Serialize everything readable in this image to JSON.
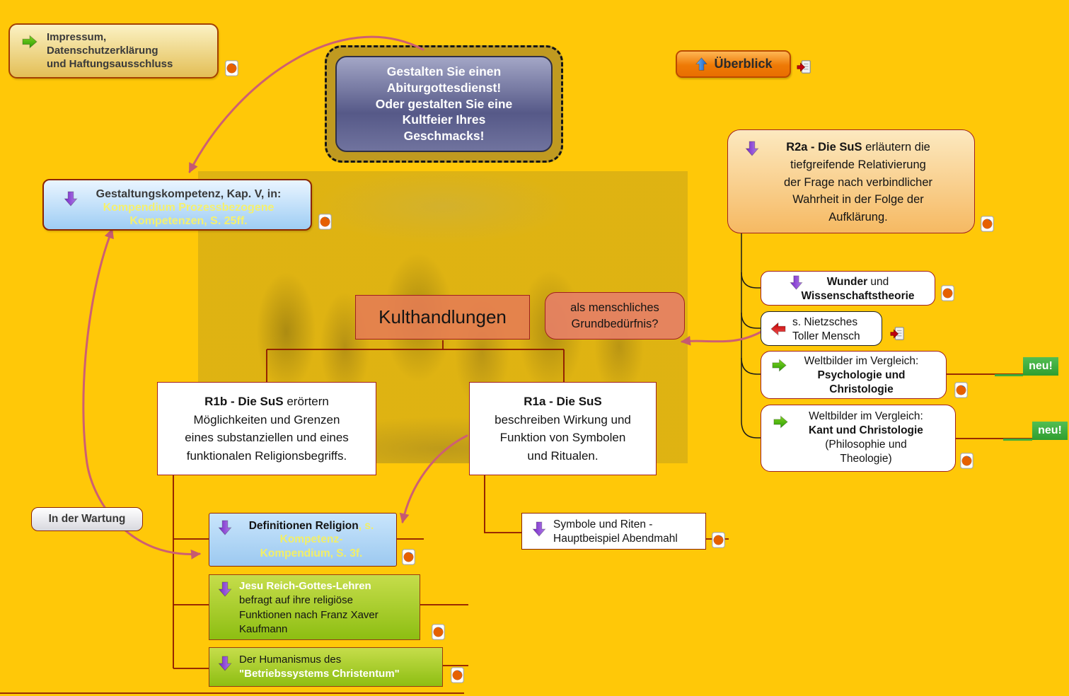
{
  "palette": {
    "background": "#FFC808",
    "node_border_red": "#A02020",
    "connector_red": "#8C1500",
    "connector_black": "#1a1a1a",
    "relationship_pink": "#CE5F72",
    "neu_green": "#3CAD3C",
    "highlight_yellow_text": "#F2EE67"
  },
  "icons": {
    "firefox": "firefox-link-icon",
    "document": "document-link-icon",
    "arrow_green": "green-right-arrow-icon",
    "arrow_purple": "purple-down-arrow-icon",
    "arrow_blue": "blue-up-arrow-icon",
    "arrow_red": "red-left-arrow-icon"
  },
  "nodes": {
    "impressum": {
      "label": "Impressum,\nDatenschutzerklärung\nund Haftungsausschluss"
    },
    "central_topic": {
      "label": "Gestalten Sie einen\nAbiturgottesdienst!\nOder gestalten Sie eine\nKultfeier Ihres\nGeschmacks!"
    },
    "ueberblick": {
      "label": "Überblick"
    },
    "r2a": {
      "bold": "R2a - Die SuS",
      "rest": " erläutern die\ntiefgreifende Relativierung\nder Frage nach verbindlicher\nWahrheit in der Folge der\nAufklärung."
    },
    "gestaltungskompetenz": {
      "title": "Gestaltungskompetenz, Kap. V, in:",
      "source": "Kompendium Prozessbezogene\nKompetenzen, S. 25ff."
    },
    "kulthandlungen": {
      "label": "Kulthandlungen"
    },
    "grundbeduerfnis": {
      "label": "als menschliches\nGrundbedürfnis?"
    },
    "wunder": {
      "bold1": "Wunder",
      "mid": " und\n",
      "bold2": "Wissenschaftstheorie"
    },
    "nietzsche": {
      "label": "s. Nietzsches\nToller Mensch"
    },
    "weltbilder_psychologie": {
      "intro": "Weltbilder im Vergleich:\n",
      "bold": "Psychologie und\nChristologie"
    },
    "weltbilder_kant": {
      "intro": "Weltbilder im Vergleich:\n",
      "bold": "Kant und Christologie",
      "rest": "\n(Philosophie und\nTheologie)"
    },
    "neu_psychologie": {
      "label": "neu!"
    },
    "neu_kant": {
      "label": "neu!"
    },
    "r1b": {
      "bold": "R1b - Die SuS",
      "rest": " erörtern\nMöglichkeiten und Grenzen\neines substanziellen und eines\nfunktionalen Religionsbegriffs."
    },
    "r1a": {
      "bold": "R1a - Die SuS",
      "rest": "\nbeschreiben Wirkung und\nFunktion von Symbolen\nund Ritualen."
    },
    "wartung": {
      "label": "In der Wartung"
    },
    "definitionen": {
      "bold": "Definitionen Religion",
      "source": ", s.\nKompetenz-\nKompendium, S. 3f."
    },
    "jesu": {
      "bold": "Jesu Reich-Gottes-Lehren",
      "rest": "\nbefragt auf ihre religiöse\nFunktionen nach Franz Xaver\nKaufmann"
    },
    "humanismus": {
      "intro": "Der Humanismus des\n",
      "bold": "\"Betriebssystems Christentum\""
    },
    "symbole": {
      "label": "Symbole und Riten -\nHauptbeispiel Abendmahl"
    }
  }
}
